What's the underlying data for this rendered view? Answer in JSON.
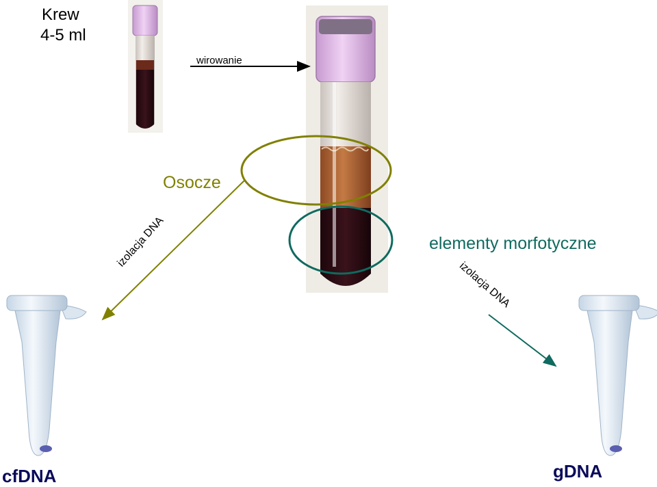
{
  "title": {
    "line1": "Krew",
    "line2": "4-5 ml"
  },
  "labels": {
    "centrifugation": "wirowanie",
    "plasma": "Osocze",
    "blood_cells": "elementy morfotyczne",
    "dna_isolation_left": "izolacja DNA",
    "dna_isolation_right": "izolacja DNA",
    "cfdna": "cfDNA",
    "gdna": "gDNA"
  },
  "colors": {
    "plasma_accent": "#808000",
    "cells_accent": "#0f6a5f",
    "tube_cap": "#e6b8ec",
    "blood_dark": "#2a0c14",
    "plasma_fluid": "#a85a2e",
    "dna_pellet": "#5a5fb0",
    "final_label": "#0a0a5a"
  }
}
